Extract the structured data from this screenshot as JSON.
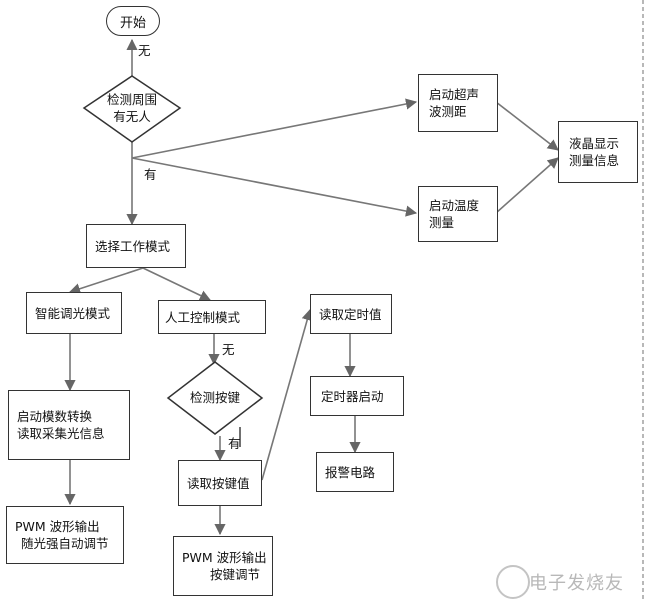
{
  "nodes": {
    "start": "开始",
    "detect_person": [
      "检测周围",
      "有无人"
    ],
    "ultrasonic": [
      "启动超声",
      "波测距"
    ],
    "temperature": [
      "启动温度",
      "测量"
    ],
    "lcd": [
      "液晶显示",
      "测量信息"
    ],
    "select_mode": "选择工作模式",
    "smart_mode": "智能调光模式",
    "manual_mode": "人工控制模式",
    "adc": [
      "启动模数转换",
      "读取采集光信息"
    ],
    "pwm_auto": [
      "PWM 波形输出",
      "随光强自动调节"
    ],
    "detect_key": "检测按键",
    "read_key": "读取按键值",
    "pwm_key": [
      "PWM 波形输出",
      "按键调节"
    ],
    "read_timer": "读取定时值",
    "timer_start": "定时器启动",
    "alarm": "报警电路"
  },
  "edge_labels": {
    "no_person": "无",
    "has_person": "有",
    "no_key": "无",
    "has_key": "有"
  },
  "watermark": "电子发烧友"
}
